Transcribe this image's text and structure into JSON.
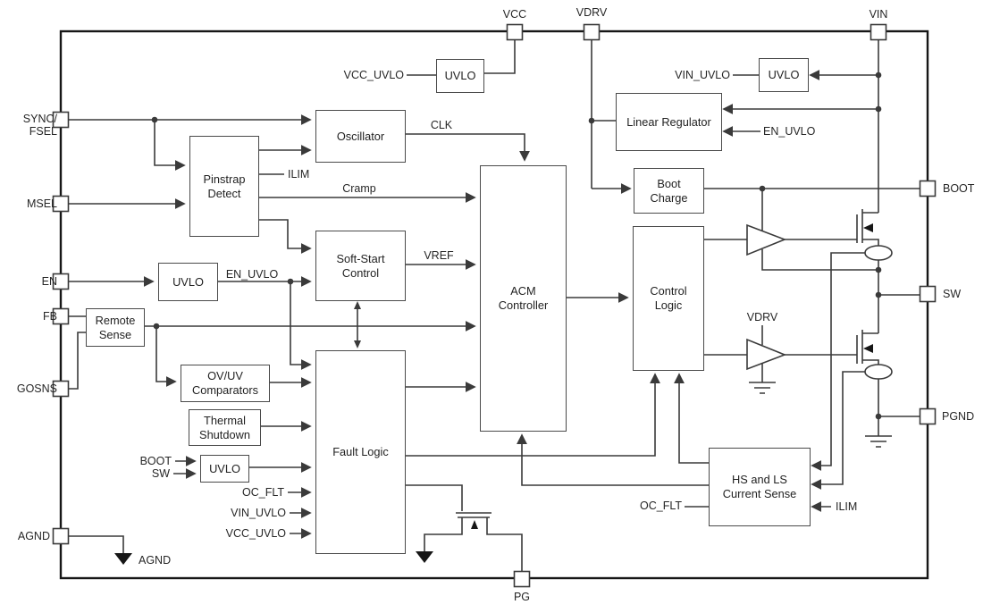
{
  "colors": {
    "background": "#ffffff",
    "wire": "#3a3a3a",
    "chip_border": "#161616",
    "block_border": "#4a4a4a",
    "text": "#262626"
  },
  "pins": {
    "sync_fsel": "SYNC/\nFSEL",
    "msel": "MSEL",
    "en": "EN",
    "fb": "FB",
    "gosns": "GOSNS",
    "agnd": "AGND",
    "vcc": "VCC",
    "vdrv": "VDRV",
    "vin": "VIN",
    "boot": "BOOT",
    "sw": "SW",
    "pgnd": "PGND",
    "pg": "PG"
  },
  "blocks": {
    "vcc_uvlo": "UVLO",
    "oscillator": "Oscillator",
    "pinstrap_detect": "Pinstrap\nDetect",
    "soft_start": "Soft-Start\nControl",
    "en_uvlo": "UVLO",
    "remote_sense": "Remote\nSense",
    "ovuv_comparators": "OV/UV\nComparators",
    "thermal_shutdown": "Thermal\nShutdown",
    "bootsw_uvlo": "UVLO",
    "fault_logic": "Fault Logic",
    "acm_controller": "ACM\nController",
    "control_logic": "Control\nLogic",
    "linear_regulator": "Linear Regulator",
    "vin_uvlo": "UVLO",
    "boot_charge": "Boot\nCharge",
    "current_sense": "HS and LS\nCurrent Sense"
  },
  "signals": {
    "clk": "CLK",
    "ilim": "ILIM",
    "cramp": "Cramp",
    "vref": "VREF",
    "vcc_uvlo": "VCC_UVLO",
    "vin_uvlo": "VIN_UVLO",
    "en_uvlo": "EN_UVLO",
    "oc_flt": "OC_FLT",
    "vdrv": "VDRV",
    "boot": "BOOT",
    "sw": "SW",
    "agnd": "AGND"
  }
}
